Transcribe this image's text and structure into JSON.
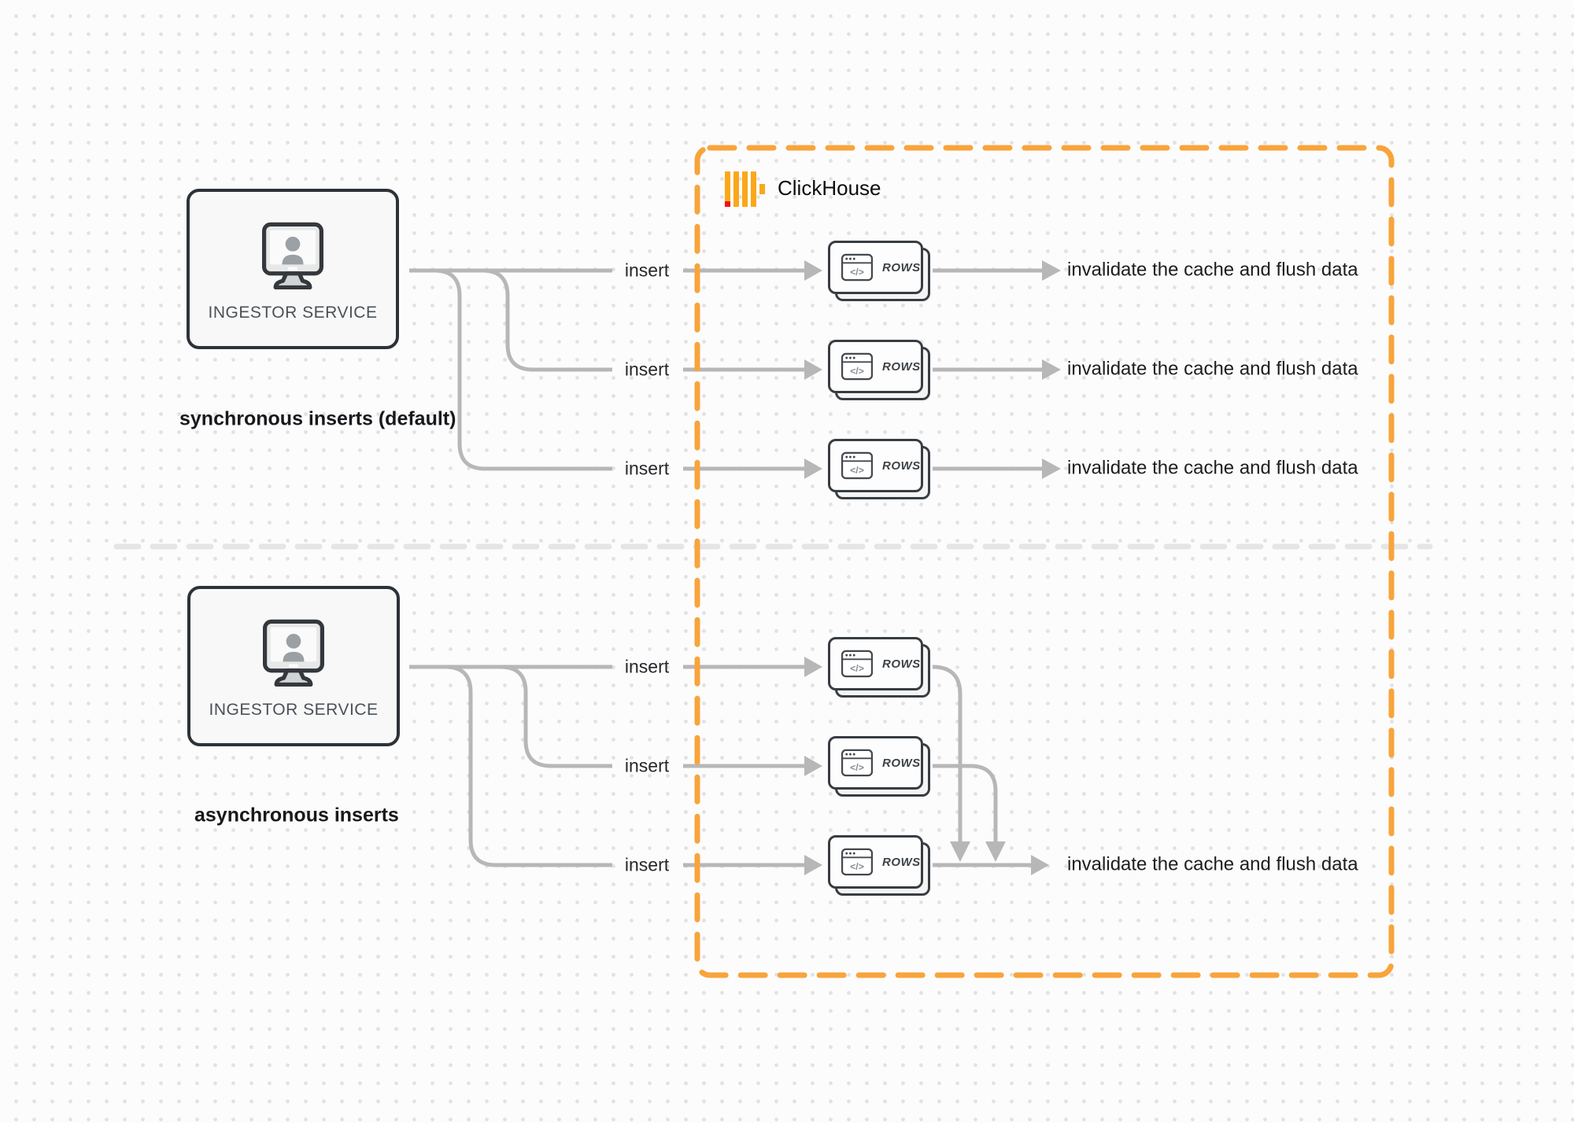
{
  "colors": {
    "accent_orange": "#F8A43B",
    "logo_yellow": "#FAA819",
    "logo_red": "#F01414",
    "connector_gray": "#b7b7b7",
    "divider_gray": "#e5e5e5",
    "box_border": "#2d3238",
    "text_dark": "#1b1d1f"
  },
  "clickhouse_box": {
    "logo_label": "ClickHouse"
  },
  "sync_section": {
    "source": {
      "label": "INGESTOR SERVICE"
    },
    "caption": "synchronous inserts (default)",
    "rows": [
      {
        "edge_label": "insert",
        "node": "ROWS",
        "result": "invalidate the cache and flush data"
      },
      {
        "edge_label": "insert",
        "node": "ROWS",
        "result": "invalidate the cache and flush data"
      },
      {
        "edge_label": "insert",
        "node": "ROWS",
        "result": "invalidate the cache and flush data"
      }
    ]
  },
  "async_section": {
    "source": {
      "label": "INGESTOR SERVICE"
    },
    "caption": "asynchronous inserts",
    "rows": [
      {
        "edge_label": "insert",
        "node": "ROWS"
      },
      {
        "edge_label": "insert",
        "node": "ROWS"
      },
      {
        "edge_label": "insert",
        "node": "ROWS",
        "result": "invalidate the cache and flush data"
      }
    ]
  },
  "icons": {
    "code_glyph": "</>"
  }
}
